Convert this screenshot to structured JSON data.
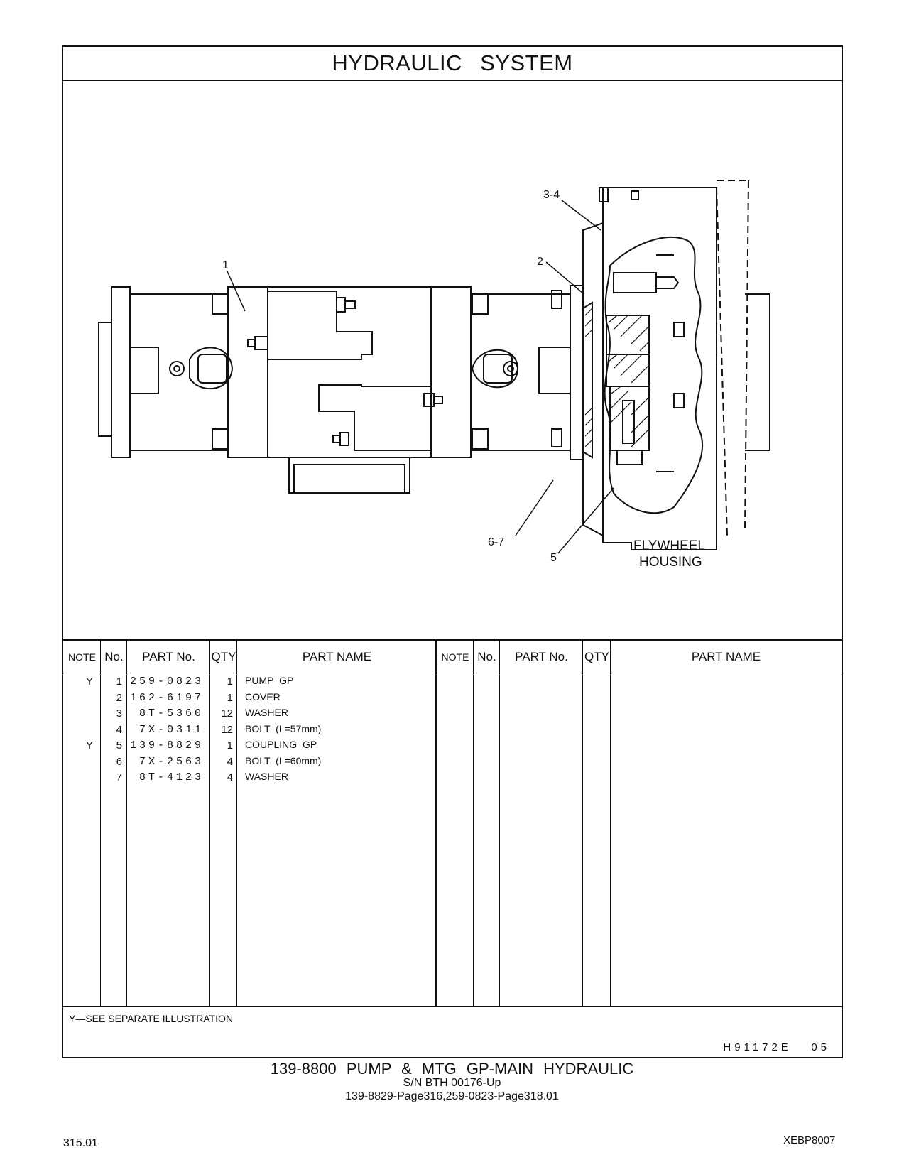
{
  "title": "HYDRAULIC SYSTEM",
  "callouts": {
    "c1": "1",
    "c2": "2",
    "c34": "3-4",
    "c5": "5",
    "c67": "6-7",
    "flywheel_line1": "FLYWHEEL",
    "flywheel_line2": "HOUSING"
  },
  "table_headers": {
    "note": "NOTE",
    "no": "No.",
    "part_no": "PART No.",
    "qty": "QTY",
    "part_name": "PART NAME"
  },
  "parts": [
    {
      "note": "Y",
      "no": "1",
      "part_no": "259-0823",
      "qty": "1",
      "name": "PUMP GP"
    },
    {
      "note": "",
      "no": "2",
      "part_no": "162-6197",
      "qty": "1",
      "name": "COVER"
    },
    {
      "note": "",
      "no": "3",
      "part_no": "8T-5360",
      "qty": "12",
      "name": "WASHER"
    },
    {
      "note": "",
      "no": "4",
      "part_no": "7X-0311",
      "qty": "12",
      "name": "BOLT (L=57mm)"
    },
    {
      "note": "Y",
      "no": "5",
      "part_no": "139-8829",
      "qty": "1",
      "name": "COUPLING GP"
    },
    {
      "note": "",
      "no": "6",
      "part_no": "7X-2563",
      "qty": "4",
      "name": "BOLT (L=60mm)"
    },
    {
      "note": "",
      "no": "7",
      "part_no": "8T-4123",
      "qty": "4",
      "name": "WASHER"
    }
  ],
  "footnote": "Y—SEE SEPARATE ILLUSTRATION",
  "illustration_code": "H91172E   05",
  "caption_main": "139-8800 PUMP & MTG GP-MAIN HYDRAULIC",
  "caption_sn": "S/N BTH 00176-Up",
  "caption_refs": "139-8829-Page316,259-0823-Page318.01",
  "page_number": "315.01",
  "doc_id": "XEBP8007"
}
